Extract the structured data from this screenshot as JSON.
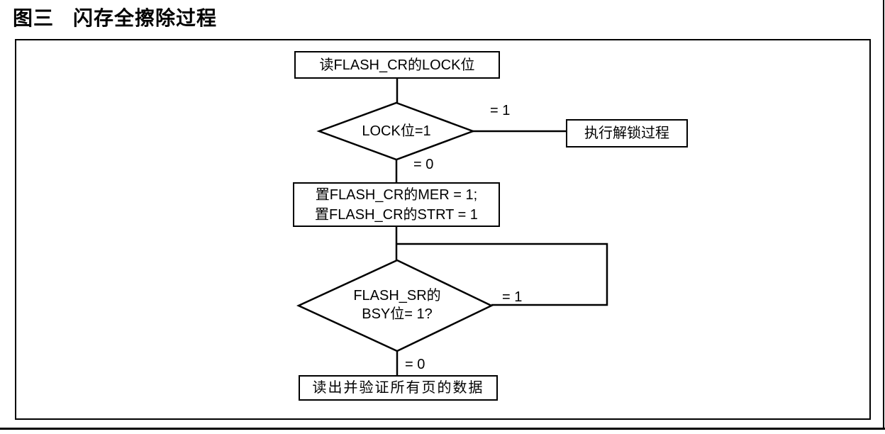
{
  "title": {
    "figure_label": "图三",
    "figure_title": "闪存全擦除过程"
  },
  "flowchart": {
    "nodes": {
      "read_lock": {
        "label": "读FLASH_CR的LOCK位"
      },
      "lock_check": {
        "label": "LOCK位=1"
      },
      "unlock": {
        "label": "执行解锁过程"
      },
      "start_erase": {
        "line1": "置FLASH_CR的MER = 1;",
        "line2": "置FLASH_CR的STRT = 1"
      },
      "bsy_check": {
        "line1": "FLASH_SR的",
        "line2": "BSY位= 1?"
      },
      "verify": {
        "label": "读出并验证所有页的数据"
      }
    },
    "branch_labels": {
      "lock_eq1": "= 1",
      "lock_eq0": "= 0",
      "bsy_eq1": "= 1",
      "bsy_eq0": "= 0"
    }
  },
  "colors": {
    "line": "#000000",
    "background": "#ffffff"
  }
}
